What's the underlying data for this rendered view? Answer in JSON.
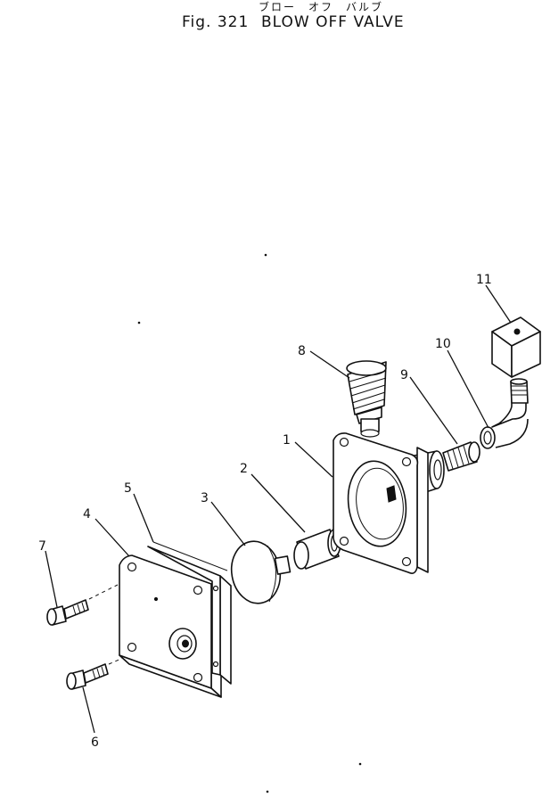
{
  "title": {
    "katakana": "ブロー　オフ　バルブ",
    "figure_number": "Fig. 321",
    "name": "BLOW OFF VALVE"
  },
  "callouts": {
    "c1": "1",
    "c2": "2",
    "c3": "3",
    "c4": "4",
    "c5": "5",
    "c6": "6",
    "c7": "7",
    "c8": "8",
    "c9": "9",
    "c10": "10",
    "c11": "11"
  }
}
